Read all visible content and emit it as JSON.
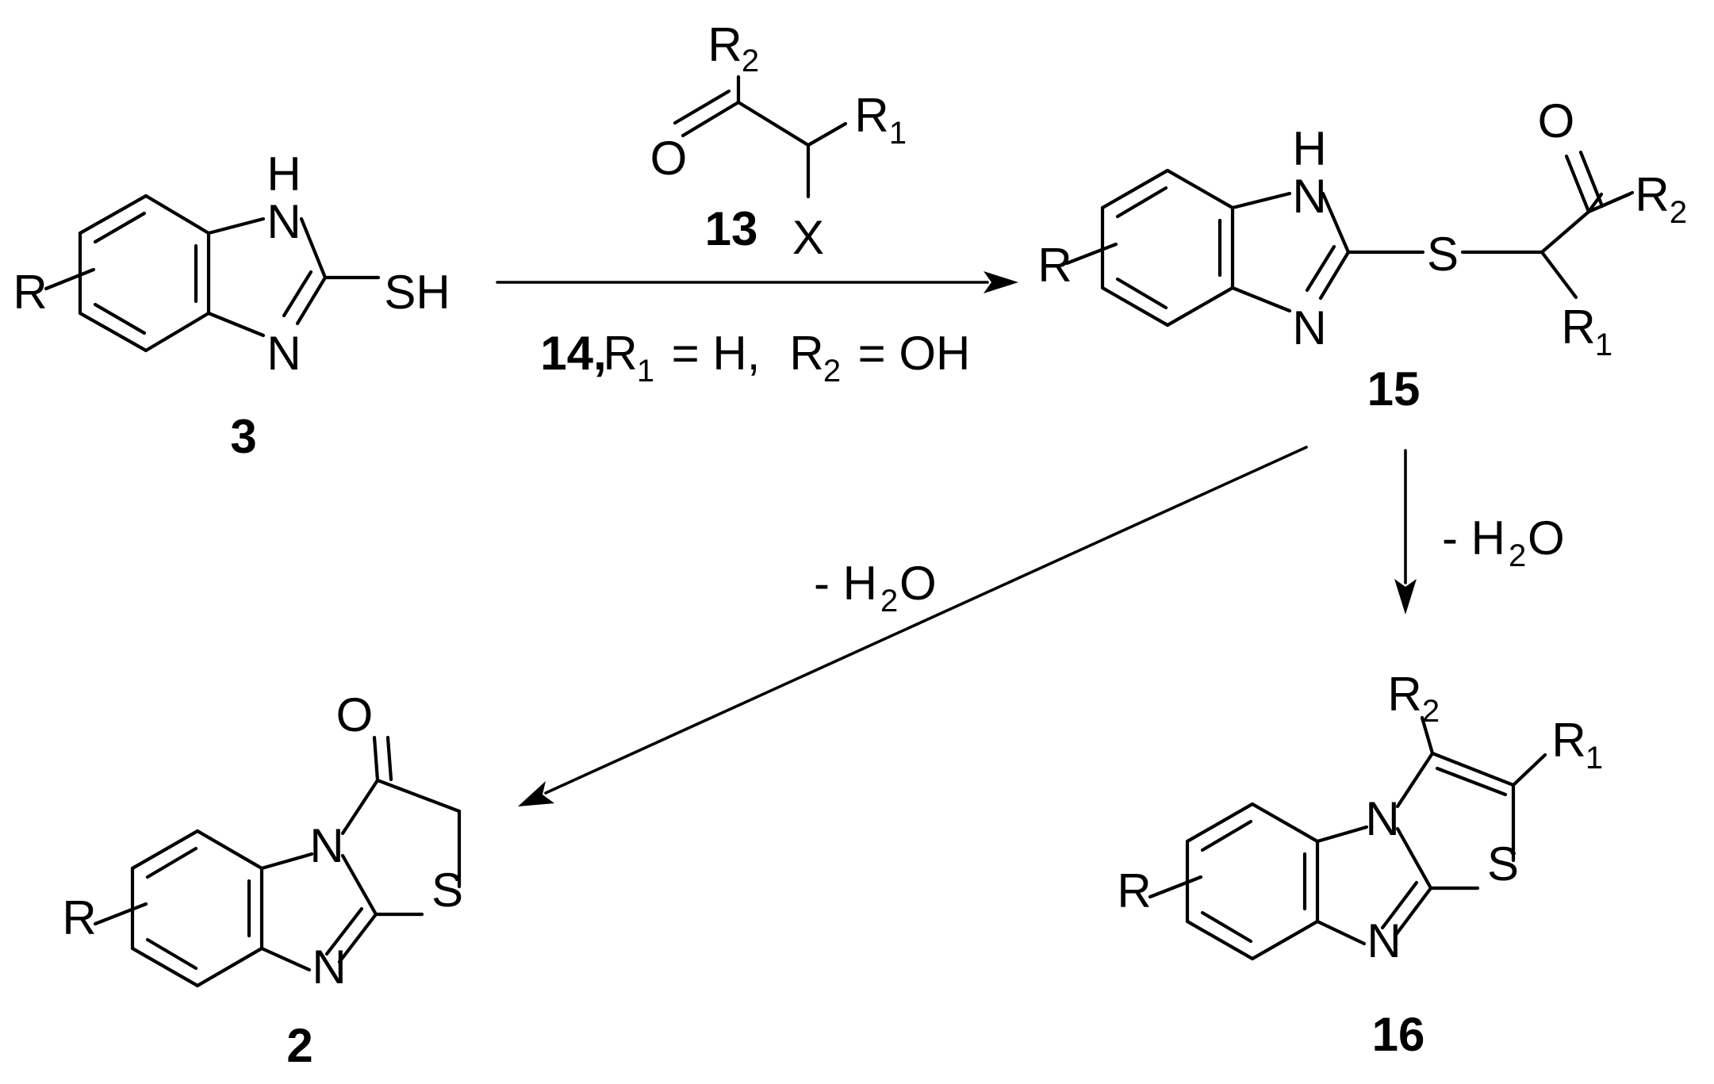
{
  "compounds": {
    "c3": {
      "number": "3",
      "R": "R",
      "SH": "SH",
      "NH_N": "N",
      "NH_H": "H",
      "N": "N"
    },
    "c13": {
      "number": "13",
      "R2": "R",
      "R2_sub": "2",
      "O": "O",
      "R1": "R",
      "R1_sub": "1",
      "X": "X"
    },
    "c15": {
      "number": "15",
      "R": "R",
      "NH_N": "N",
      "NH_H": "H",
      "N": "N",
      "S": "S",
      "O": "O",
      "R2": "R",
      "R2_sub": "2",
      "R1": "R",
      "R1_sub": "1"
    },
    "c2": {
      "number": "2",
      "R": "R",
      "N_bridge": "N",
      "N": "N",
      "S": "S",
      "O": "O"
    },
    "c16": {
      "number": "16",
      "R": "R",
      "N_bridge": "N",
      "N": "N",
      "S": "S",
      "R2": "R",
      "R2_sub": "2",
      "R1": "R",
      "R1_sub": "1"
    }
  },
  "conditions": {
    "reagent_number": "14,",
    "r1": "R",
    "r1_sub": "1",
    "r1_eq": " = H,",
    "r2": "R",
    "r2_sub": "2",
    "r2_eq": " = OH"
  },
  "water_labels": {
    "diagonal": {
      "pre": "- H",
      "sub": "2",
      "post": "O"
    },
    "vertical": {
      "pre": "- H",
      "sub": "2",
      "post": "O"
    }
  }
}
